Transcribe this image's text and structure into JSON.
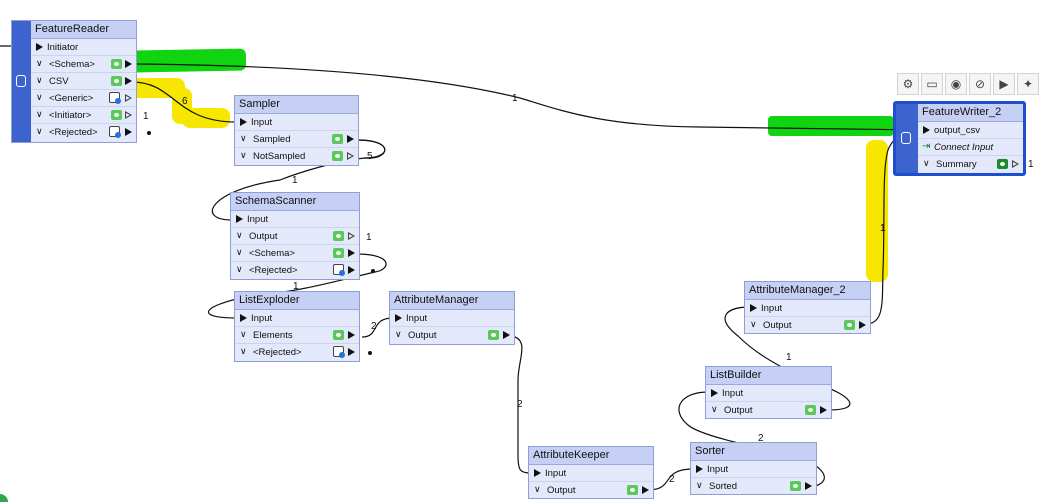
{
  "nodes": {
    "featurereader": {
      "title": "FeatureReader",
      "input": "Initiator",
      "outputs": [
        "<Schema>",
        "CSV",
        "<Generic>",
        "<Initiator>",
        "<Rejected>"
      ]
    },
    "sampler": {
      "title": "Sampler",
      "input": "Input",
      "outputs": [
        "Sampled",
        "NotSampled"
      ]
    },
    "schemascanner": {
      "title": "SchemaScanner",
      "input": "Input",
      "outputs": [
        "Output",
        "<Schema>",
        "<Rejected>"
      ]
    },
    "listexploder": {
      "title": "ListExploder",
      "input": "Input",
      "outputs": [
        "Elements",
        "<Rejected>"
      ]
    },
    "attributemanager": {
      "title": "AttributeManager",
      "input": "Input",
      "outputs": [
        "Output"
      ]
    },
    "attributekeeper": {
      "title": "AttributeKeeper",
      "input": "Input",
      "outputs": [
        "Output"
      ]
    },
    "sorter": {
      "title": "Sorter",
      "input": "Input",
      "outputs": [
        "Sorted"
      ]
    },
    "listbuilder": {
      "title": "ListBuilder",
      "input": "Input",
      "outputs": [
        "Output"
      ]
    },
    "attributemanager2": {
      "title": "AttributeManager_2",
      "input": "Input",
      "outputs": [
        "Output"
      ]
    },
    "featurewriter2": {
      "title": "FeatureWriter_2",
      "input": "output_csv",
      "connect": "Connect Input",
      "outputs": [
        "Summary"
      ]
    }
  },
  "counts": {
    "reader_initiator": "1",
    "csv_to_sampler": "6",
    "schema_to_writer": "1",
    "notsampled": "5",
    "sampler_to_scanner": "1",
    "scanner_output": "1",
    "scanner_to_exploder": "1",
    "exploder_elements": "2",
    "manager_to_keeper": "2",
    "keeper_to_sorter": "2",
    "sorter_to_builder": "2",
    "builder_to_manager2": "1",
    "manager2_to_writer": "1",
    "writer_summary": "1"
  },
  "toolbar": [
    "gear-icon",
    "folder-icon",
    "inspect-icon",
    "disable-icon",
    "run-icon",
    "sparkle-icon"
  ],
  "colors": {
    "node_body": "#e3e8fa",
    "node_header": "#c6d0f5",
    "reader_side": "#3d63cf",
    "writer_border": "#1f4fcf",
    "highlight_green": "#11d411",
    "highlight_yellow": "#f7e600"
  }
}
